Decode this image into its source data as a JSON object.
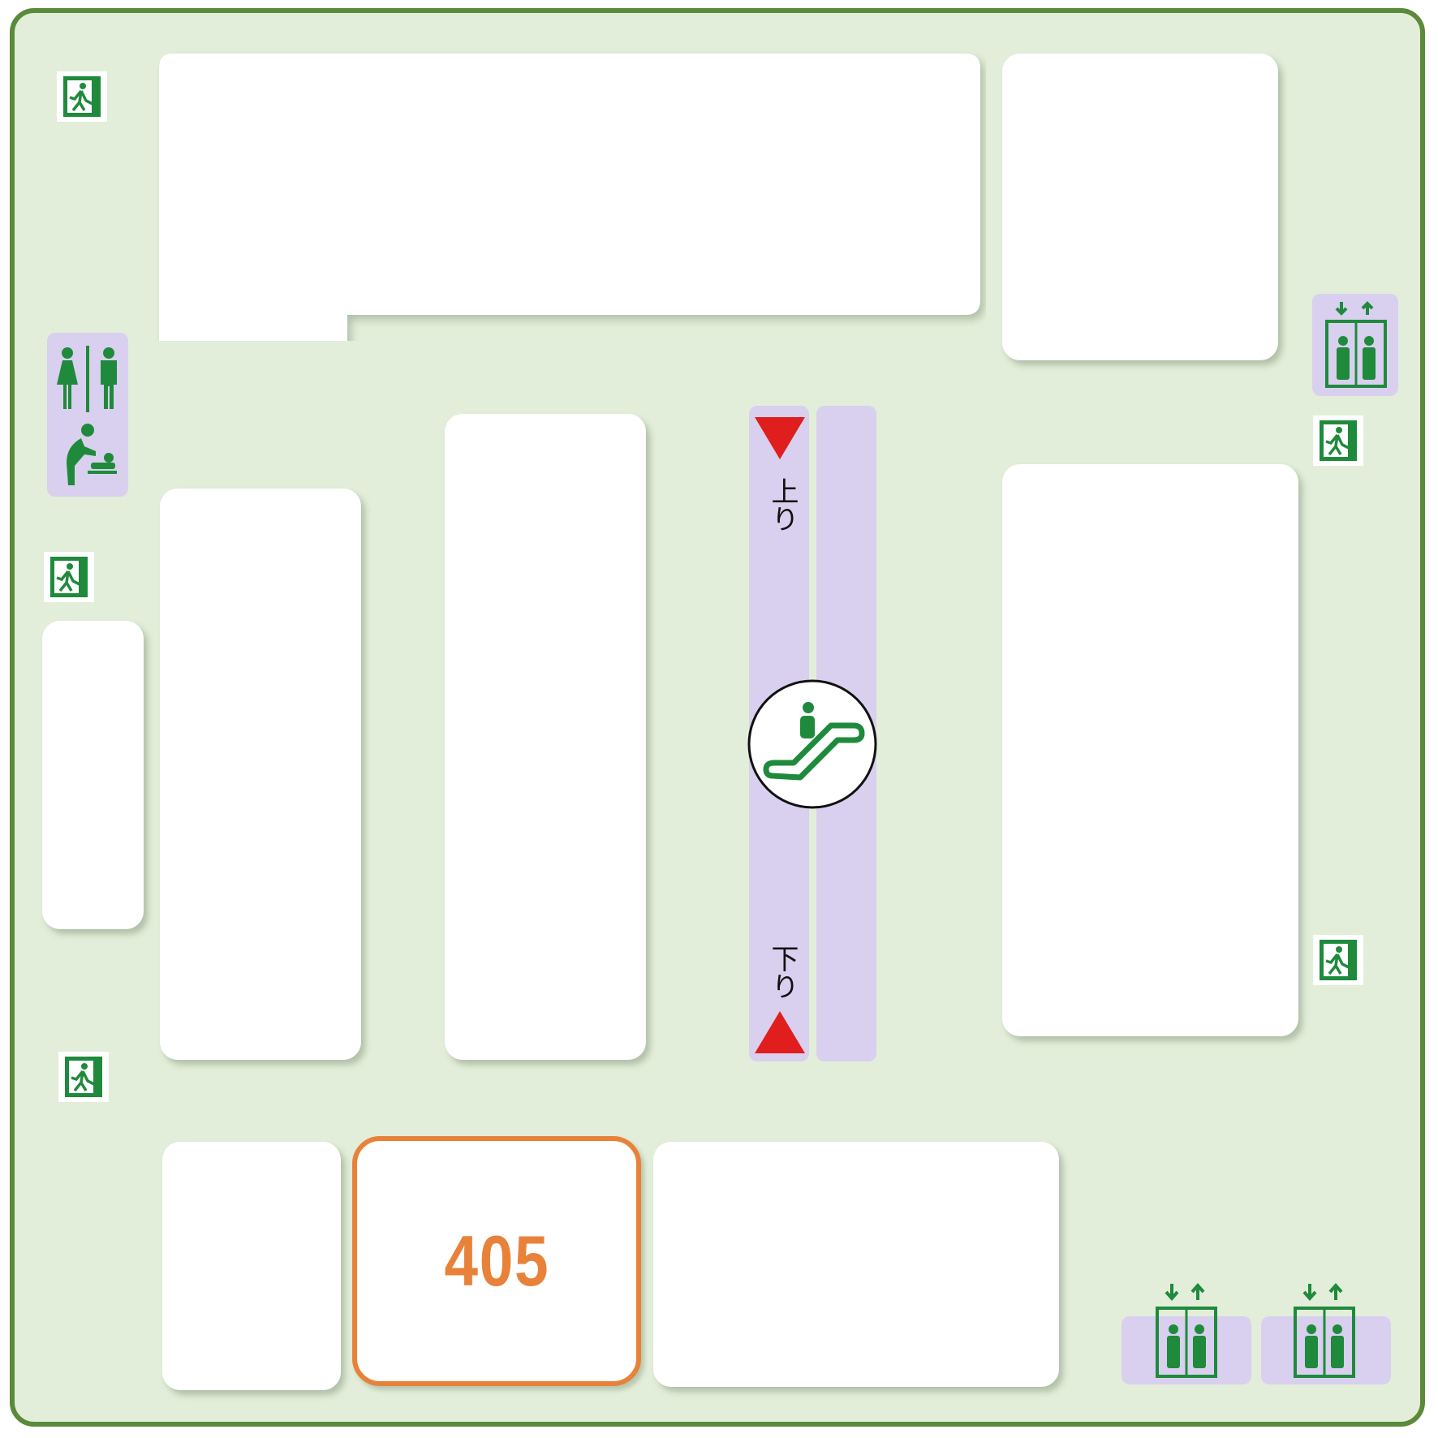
{
  "floor_map": {
    "highlight_shop": {
      "number": "405"
    },
    "escalator": {
      "up_label": "上り",
      "down_label": "下り"
    }
  },
  "colors": {
    "background": "#e2eed9",
    "border": "#5a8a3a",
    "shop_fill": "#ffffff",
    "facility_fill": "#d8d0ee",
    "icon_green": "#1f8a3c",
    "highlight": "#e8823a",
    "arrow_red": "#e01e1e"
  },
  "icons": [
    "emergency-exit-icon",
    "restroom-icon",
    "baby-changing-icon",
    "elevator-icon",
    "escalator-icon"
  ]
}
